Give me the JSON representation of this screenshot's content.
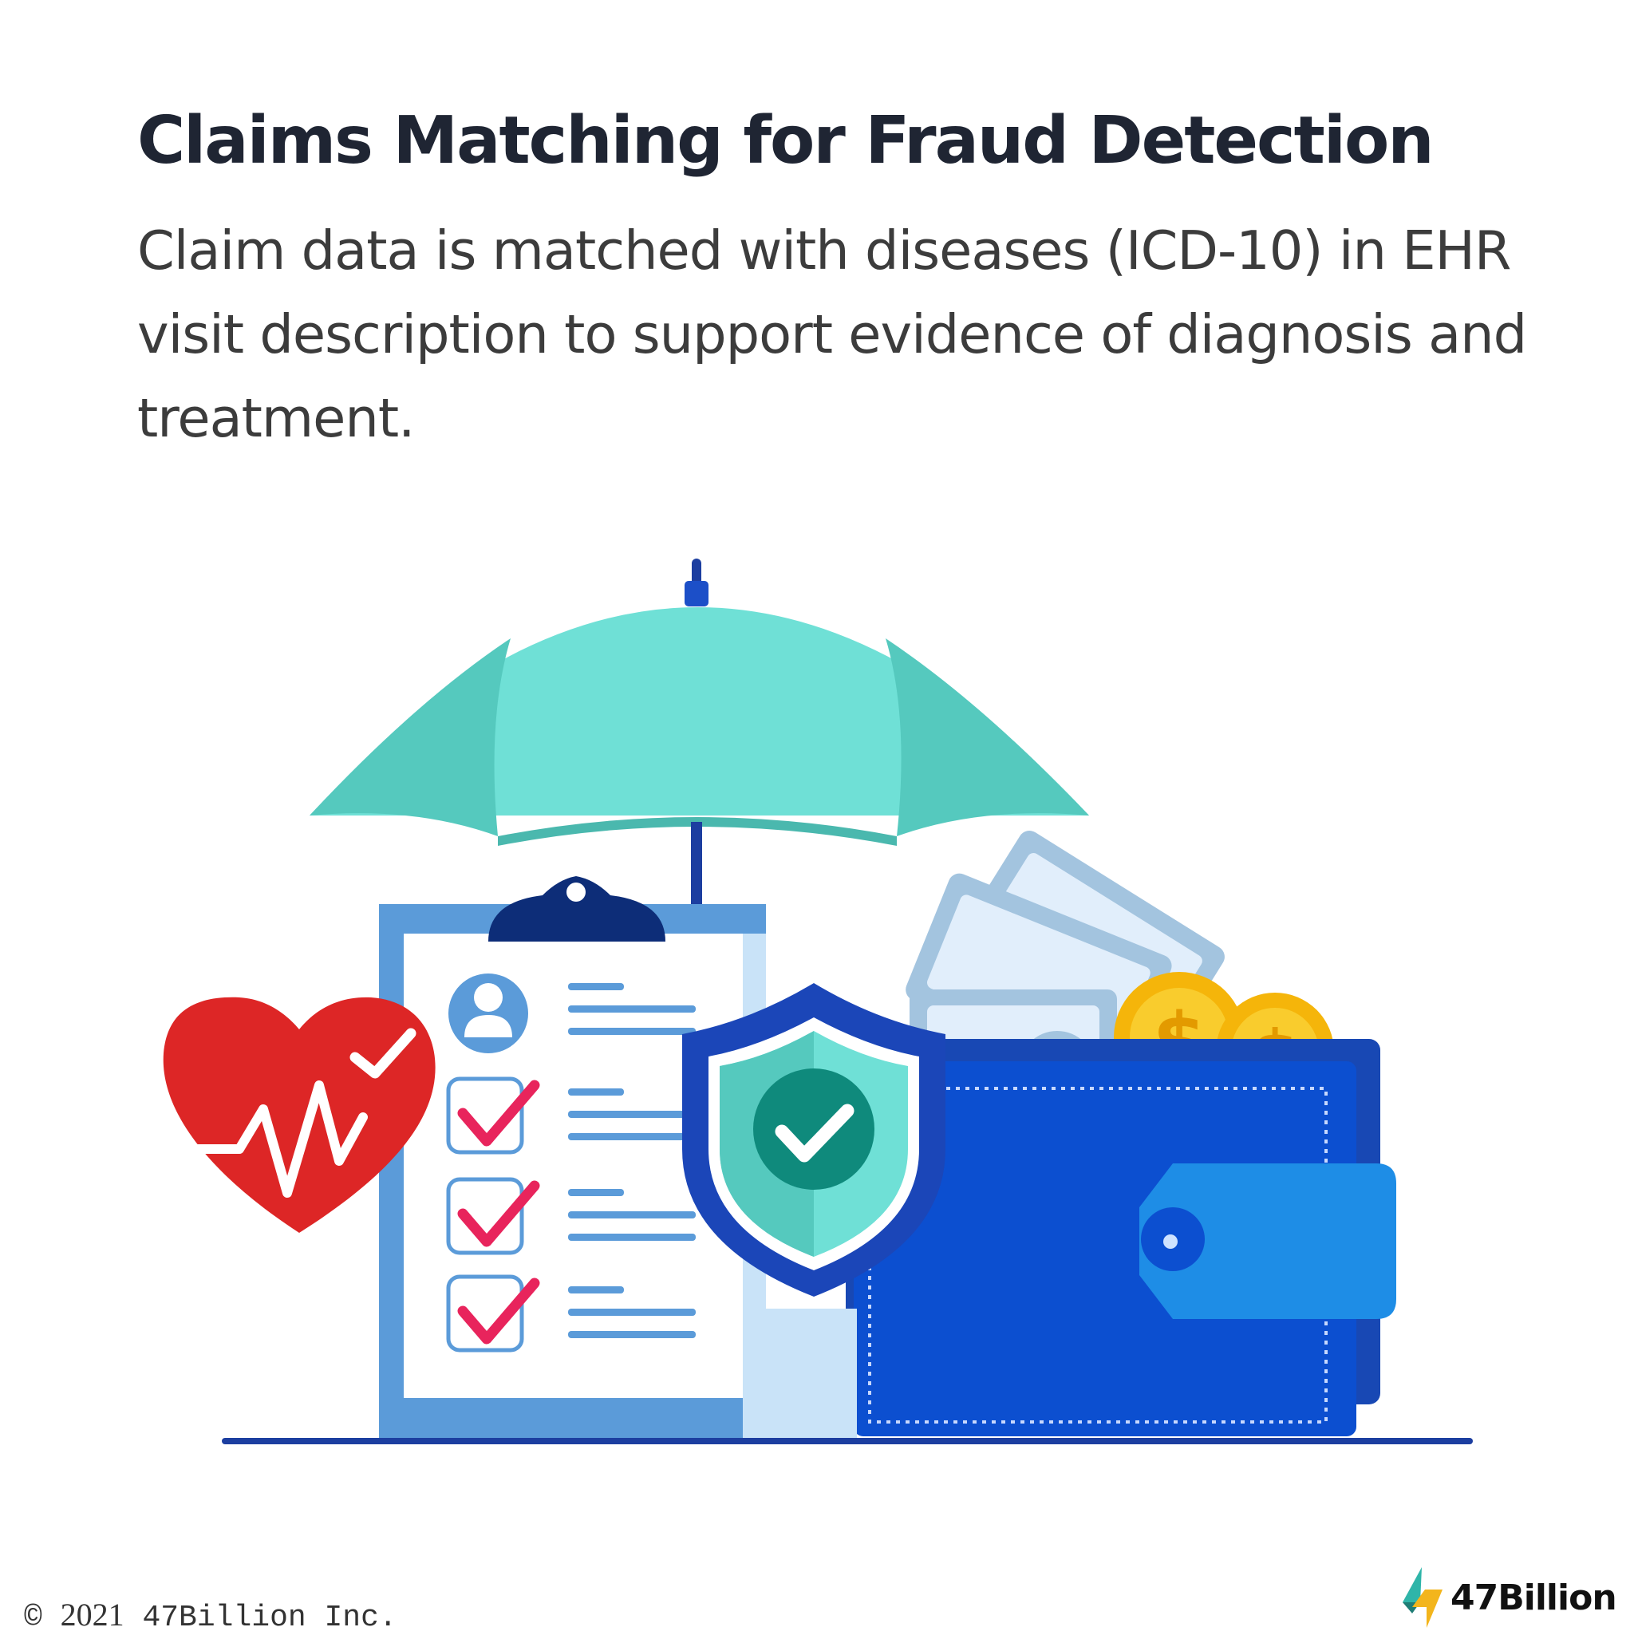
{
  "header": {
    "title": "Claims Matching for Fraud Detection",
    "description": "Claim data is matched with diseases (ICD-10) in EHR visit description to support evidence of diagnosis and treatment."
  },
  "illustration": {
    "elements": [
      "umbrella",
      "heart-pulse-icon",
      "clipboard-checklist",
      "shield-check-icon",
      "banknotes",
      "dollar-coins",
      "wallet"
    ],
    "coin_symbol": "$",
    "colors": {
      "umbrella": "#6fe0d6",
      "umbrella_shade": "#55c9be",
      "heart": "#dd2626",
      "clipboard": "#5b9bd9",
      "check": "#e8245c",
      "shield": "#1b46b8",
      "wallet": "#0c4fd0",
      "coin": "#f5b50a"
    }
  },
  "footer": {
    "copyright_symbol": "©",
    "copyright_year": "2021",
    "copyright_company": "47Billion Inc.",
    "brand_name": "47Billion"
  }
}
